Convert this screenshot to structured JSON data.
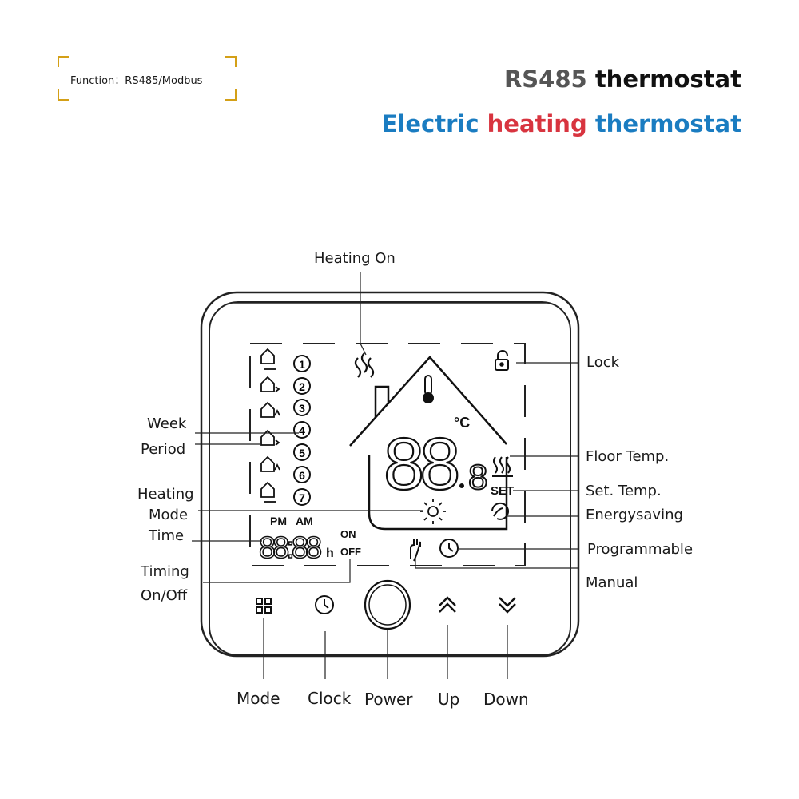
{
  "function_tag": {
    "text": "Function：RS485/Modbus"
  },
  "title": {
    "line1_part1": "RS485 ",
    "line1_part2": "thermostat",
    "line2_part1": "Electric ",
    "line2_part2": "heating",
    "line2_part3": " thermostat",
    "colors": {
      "gray": "#555555",
      "black": "#111111",
      "blue": "#1a7cc1",
      "red": "#d8343f"
    }
  },
  "callouts": {
    "heating_on": "Heating On",
    "lock": "Lock",
    "week": "Week",
    "period": "Period",
    "floor_temp": "Floor Temp.",
    "set_temp": "Set. Temp.",
    "heating_mode_1": "Heating",
    "heating_mode_2": "Mode",
    "energysaving": "Energysaving",
    "time": "Time",
    "programmable": "Programmable",
    "timing_1": "Timing",
    "timing_2": "On/Off",
    "manual": "Manual"
  },
  "buttons": {
    "mode": "Mode",
    "clock": "Clock",
    "power": "Power",
    "up": "Up",
    "down": "Down"
  },
  "lcd": {
    "period_numbers": [
      "1",
      "2",
      "3",
      "4",
      "5",
      "6",
      "7"
    ],
    "main_digits": "88",
    "decimal_digit": "8",
    "unit": "°C",
    "set_label": "SET",
    "pm": "PM",
    "am": "AM",
    "time_digits": "88:88",
    "h": "h",
    "on": "ON",
    "off": "OFF"
  }
}
